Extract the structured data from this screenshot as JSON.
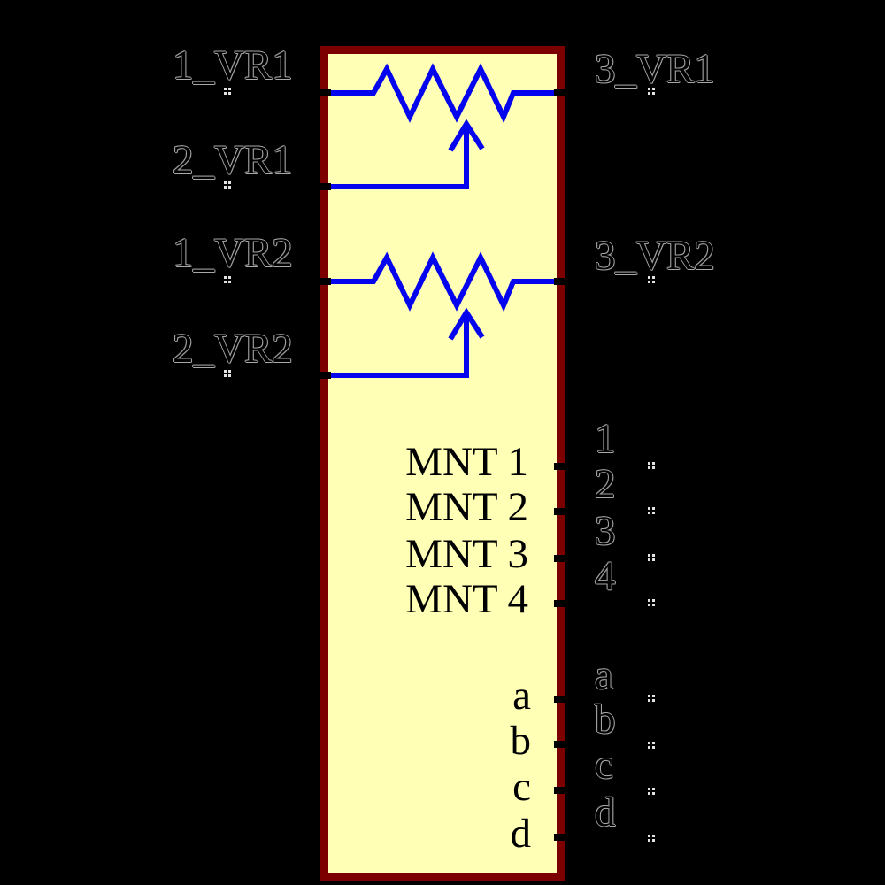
{
  "colors": {
    "background": "#000000",
    "symbol_fill": "#ffffb5",
    "symbol_border": "#7d0000",
    "wire": "#0404ee",
    "pin_text": "#000000",
    "attr_outline": "#a8a8a8"
  },
  "symbol": {
    "kind": "dual-potentiometer-component",
    "left_pins": [
      {
        "label": "1_VR1"
      },
      {
        "label": "2_VR1"
      },
      {
        "label": "1_VR2"
      },
      {
        "label": "2_VR2"
      }
    ],
    "right_pins": [
      {
        "label": "3_VR1"
      },
      {
        "label": "3_VR2"
      }
    ],
    "mnt_pins": [
      {
        "name": "MNT 1",
        "number": "1"
      },
      {
        "name": "MNT 2",
        "number": "2"
      },
      {
        "name": "MNT 3",
        "number": "3"
      },
      {
        "name": "MNT 4",
        "number": "4"
      }
    ],
    "letter_pins": [
      {
        "name": "a",
        "number": "a"
      },
      {
        "name": "b",
        "number": "b"
      },
      {
        "name": "c",
        "number": "c"
      },
      {
        "name": "d",
        "number": "d"
      }
    ],
    "icons": {
      "pin_attr_dots": "2x2-dot-grid"
    }
  }
}
